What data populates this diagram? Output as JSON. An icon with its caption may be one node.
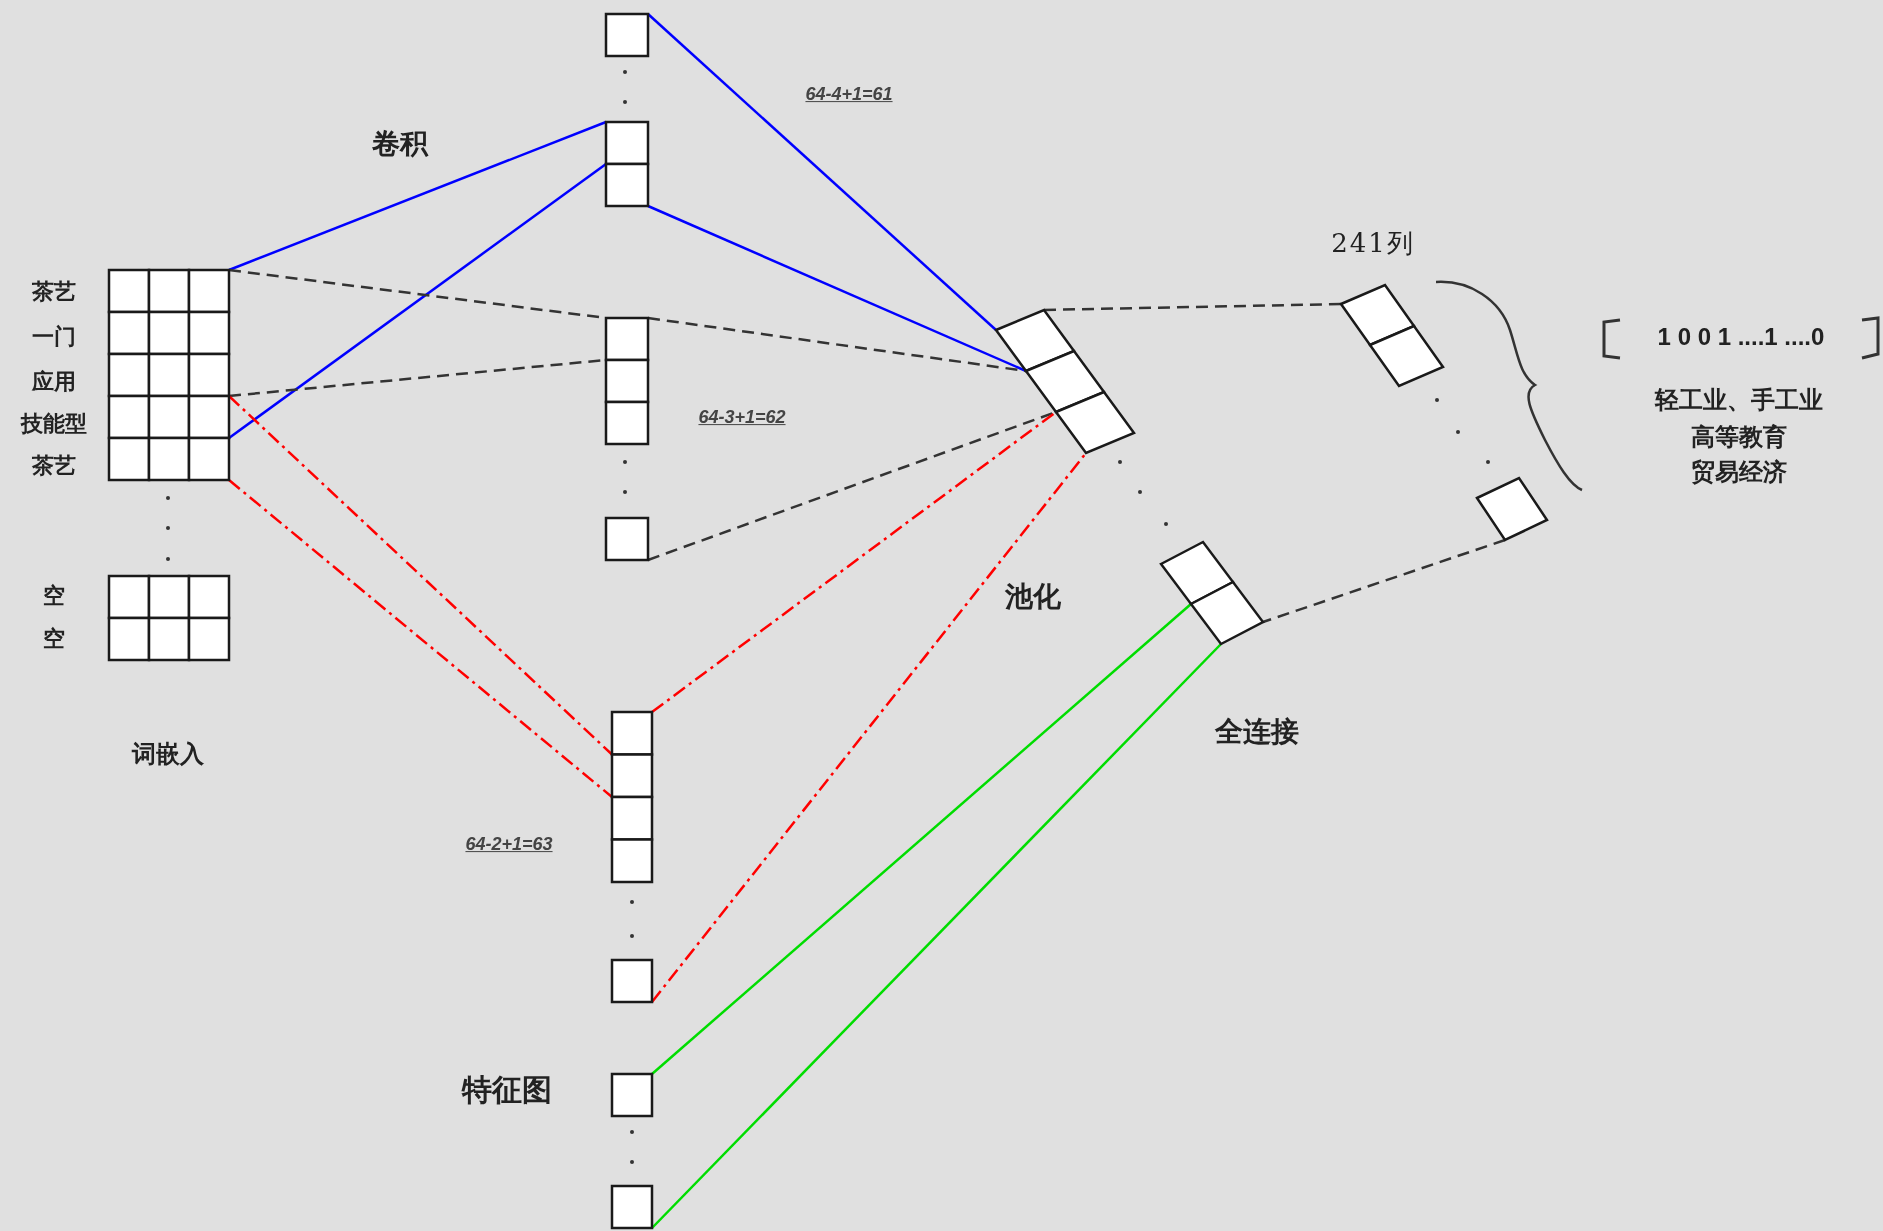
{
  "diagram": {
    "nodes": [
      {
        "text": [],
        "shape": "box"
      },
      {
        "text": [],
        "shape": "box"
      },
      {
        "text": [],
        "shape": "box"
      },
      {
        "text": [],
        "shape": "box"
      },
      {
        "text": [],
        "shape": "box"
      },
      {
        "text": [],
        "shape": "box"
      },
      {
        "text": [],
        "shape": "box"
      },
      {
        "text": [],
        "shape": "box"
      },
      {
        "text": [],
        "shape": "box"
      },
      {
        "text": [],
        "shape": "box"
      },
      {
        "text": [],
        "shape": "box"
      },
      {
        "text": [],
        "shape": "box"
      },
      {
        "text": [],
        "shape": "box"
      },
      {
        "text": [],
        "shape": "box"
      }
    ],
    "edges": [
      {
        "from": 0,
        "to": 3,
        "arrow": "none",
        "color": "#0000ff"
      },
      {
        "from": 0,
        "to": 3,
        "arrow": "none",
        "color": "#0000ff"
      },
      {
        "from": 2,
        "to": 10,
        "arrow": "none",
        "color": "#0000ff"
      },
      {
        "from": 3,
        "to": 10,
        "arrow": "none",
        "color": "#0000ff"
      },
      {
        "from": 0,
        "to": 4,
        "arrow": "none",
        "style": "dashed"
      },
      {
        "from": 0,
        "to": 4,
        "arrow": "none",
        "style": "dashed"
      },
      {
        "from": 4,
        "to": 10,
        "arrow": "none",
        "style": "dashed"
      },
      {
        "from": 5,
        "to": 10,
        "arrow": "none",
        "style": "dashed"
      },
      {
        "from": 0,
        "to": 6,
        "arrow": "none",
        "style": "dashed",
        "color": "#ff0000"
      },
      {
        "from": 0,
        "to": 6,
        "arrow": "none",
        "style": "dashed",
        "color": "#ff0000"
      },
      {
        "from": 6,
        "to": 10,
        "arrow": "none",
        "style": "dashed",
        "color": "#ff0000"
      },
      {
        "from": 7,
        "to": 10,
        "arrow": "none",
        "style": "dashed",
        "color": "#ff0000"
      },
      {
        "from": 10,
        "to": 12,
        "arrow": "none",
        "style": "dashed"
      },
      {
        "from": 8,
        "to": 11,
        "arrow": "none",
        "color": "#00dd00"
      },
      {
        "from": 9,
        "to": 11,
        "arrow": "none",
        "color": "#00dd00"
      },
      {
        "from": 13,
        "to": 11,
        "arrow": "none",
        "style": "dashed"
      }
    ],
    "labels": [
      "64-4+1=61",
      "卷积",
      "241列",
      "1 0 0 1 ....1 ....0",
      "茶艺",
      "一门",
      "应用",
      "轻工业、手工业",
      "高等教育",
      "技能型",
      "64-3+1=62",
      "贸易经济",
      "茶艺",
      "池化",
      "空",
      "空",
      "全连接",
      "词嵌入",
      "64-2+1=63",
      "特征图"
    ]
  }
}
